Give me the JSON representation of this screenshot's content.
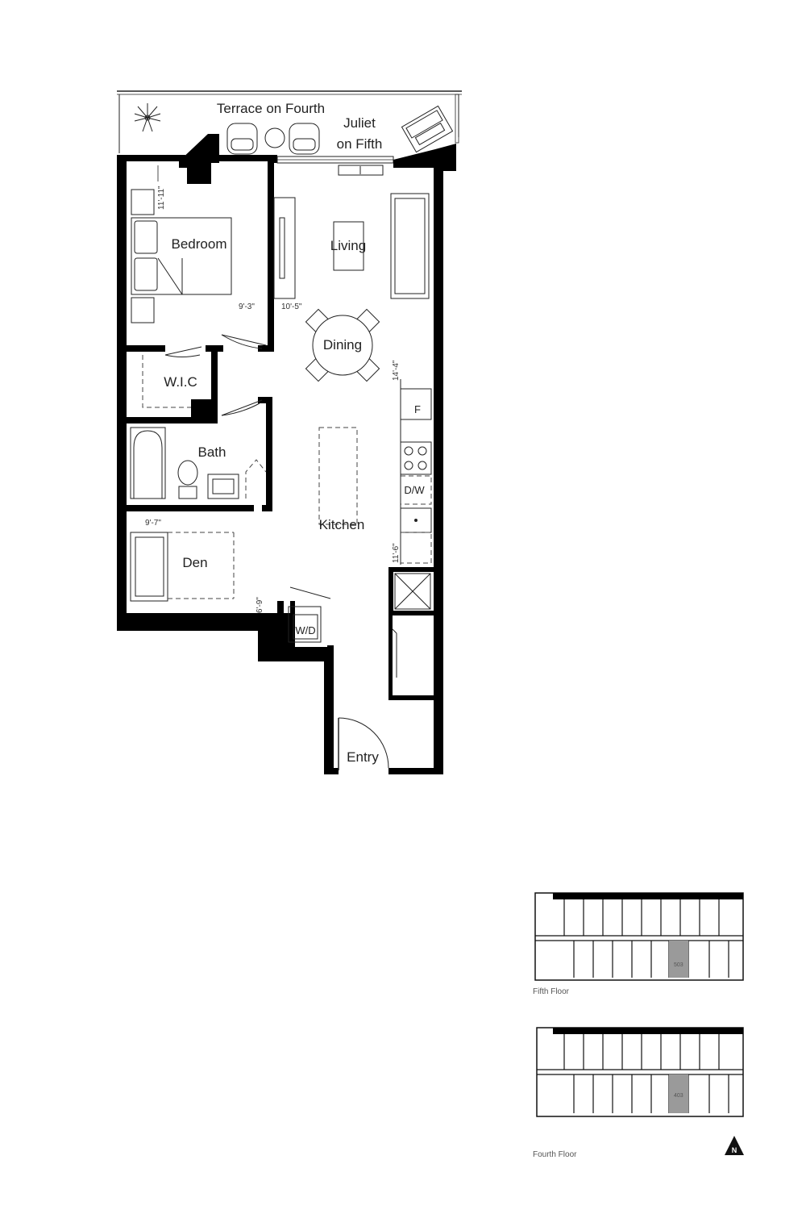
{
  "rooms": {
    "terrace": "Terrace on Fourth",
    "juliet_line1": "Juliet",
    "juliet_line2": "on Fifth",
    "bedroom": "Bedroom",
    "living": "Living",
    "dining": "Dining",
    "wic": "W.I.C",
    "bath": "Bath",
    "kitchen": "Kitchen",
    "den": "Den",
    "wd": "W/D",
    "entry": "Entry"
  },
  "appliances": {
    "fridge": "F",
    "dishwasher": "D/W"
  },
  "dimensions": {
    "bedroom_depth": "11'-11\"",
    "bedroom_width": "9'-3\"",
    "living_width": "10'-5\"",
    "living_depth": "14'-4\"",
    "kitchen_depth": "11'-6\"",
    "den_width": "9'-7\"",
    "den_depth": "6'-9\""
  },
  "key_plans": {
    "fifth_floor_label": "Fifth Floor",
    "fifth_floor_unit": "503",
    "fourth_floor_label": "Fourth Floor",
    "fourth_floor_unit": "403"
  },
  "north_label": "N",
  "colors": {
    "walls": "#000000",
    "unit_highlight": "#9a9a9a"
  }
}
